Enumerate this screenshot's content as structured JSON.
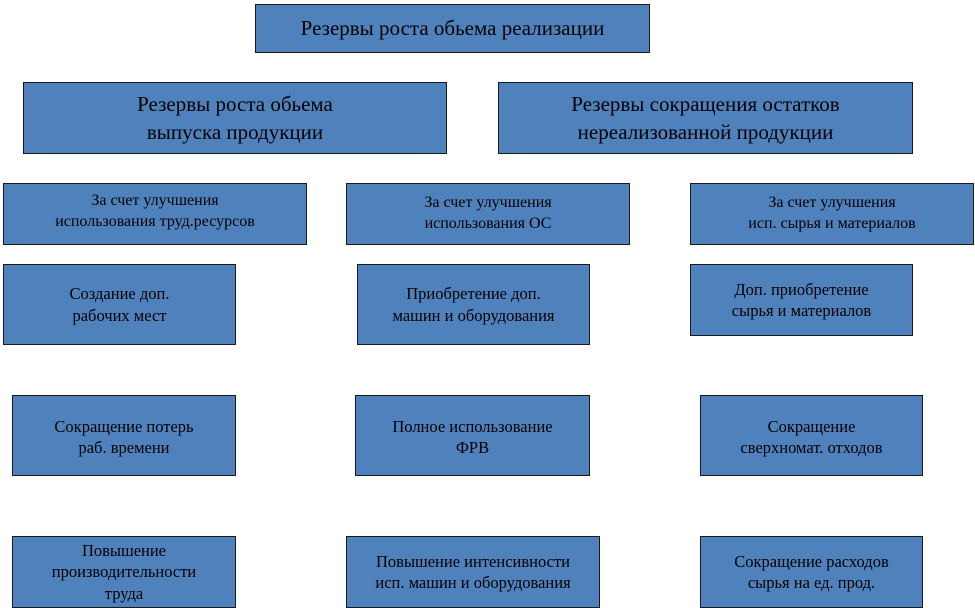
{
  "root": "Резервы роста обьема реализации",
  "level1": {
    "output": "Резервы роста обьема\nвыпуска продукции",
    "stock": "Резервы сокращения остатков\nнереализованной продукции"
  },
  "columns": [
    {
      "header": "За счет улучшения\nиспользования труд.ресурсов",
      "items": [
        "Создание доп.\nрабочих мест",
        "Сокращение потерь\nраб. времени",
        "Повышение\nпроизводительности\nтруда"
      ]
    },
    {
      "header": "За счет улучшения\nиспользования ОС",
      "items": [
        "Приобретение доп.\nмашин и оборудования",
        "Полное  использование\nФРВ",
        "Повышение интенсивности\nисп. машин и оборудования"
      ]
    },
    {
      "header": "За счет улучшения\nисп. сырья и материалов",
      "items": [
        "Доп. приобретение\nсырья и материалов",
        "Сокращение\nсверхномат. отходов",
        "Сокращение расходов\nсырья на ед. прод."
      ]
    }
  ],
  "colors": {
    "box_fill": "#4f81bd",
    "box_border": "#1a1a1a",
    "text": "#000000"
  }
}
